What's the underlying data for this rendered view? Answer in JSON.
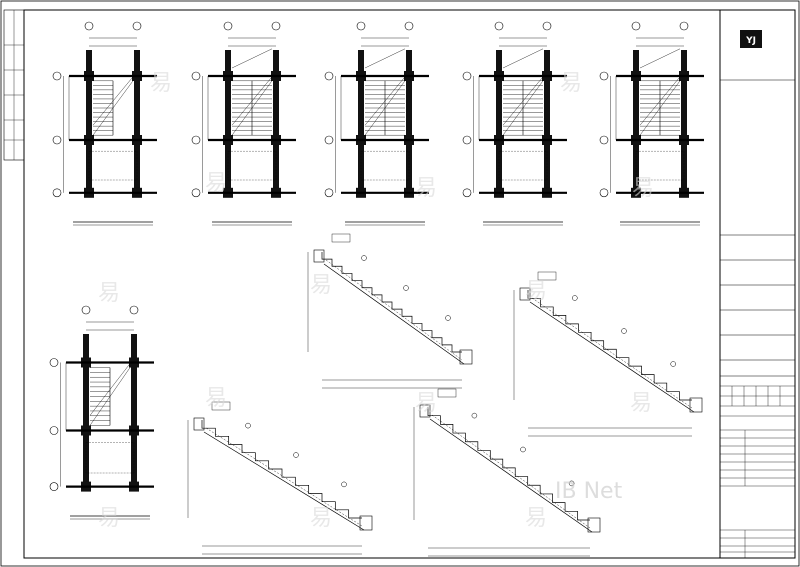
{
  "watermark": {
    "brand_glyph": "易",
    "overlay_text": "IB Net"
  },
  "title_block": {
    "logo_text": "YJ",
    "fields": []
  },
  "colors": {
    "line": "#000000",
    "wall_fill": "#111111",
    "watermark": "#d9d9d9",
    "paper": "#ffffff"
  }
}
